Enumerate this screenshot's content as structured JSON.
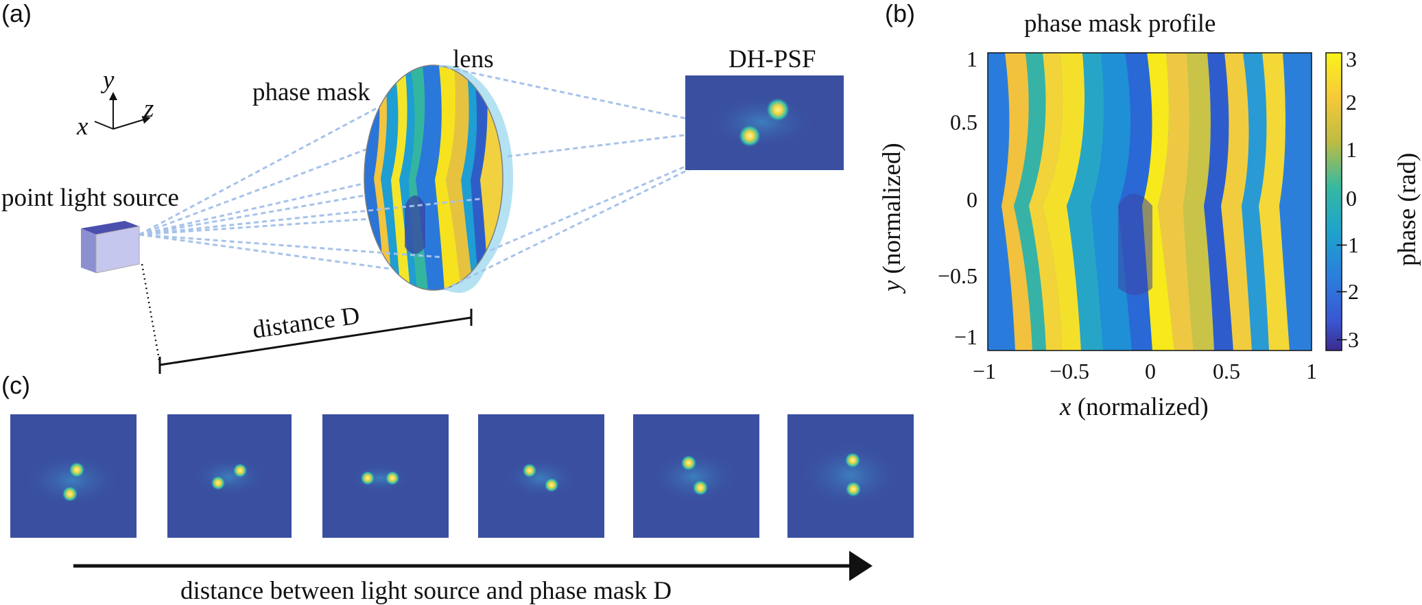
{
  "panels": {
    "a": "(a)",
    "b": "(b)",
    "c": "(c)"
  },
  "panel_a": {
    "axes": {
      "x": "x",
      "y": "y",
      "z": "z"
    },
    "source_label": "point light source",
    "mask_label": "phase mask",
    "lens_label": "lens",
    "psf_label": "DH-PSF",
    "distance_label": "distance D"
  },
  "panel_b": {
    "title": "phase mask profile",
    "xlabel_var": "x",
    "xlabel_rest": " (normalized)",
    "ylabel_var": "y",
    "ylabel_rest": " (normalized)",
    "colorbar_label": "phase (rad)",
    "x_ticks": [
      "−1",
      "−0.5",
      "0",
      "0.5",
      "1"
    ],
    "y_ticks": [
      "1",
      "0.5",
      "0",
      "−0.5",
      "−1"
    ],
    "cbar_ticks": [
      "3",
      "2",
      "1",
      "0",
      "−1",
      "−2",
      "−3"
    ]
  },
  "panel_c": {
    "arrow_label": "distance between light source and phase mask D",
    "frames": 6
  },
  "colors": {
    "background_blue": "#3a4fa0",
    "teal": "#1fb0a8",
    "yellow": "#f2e11c",
    "lens": "#b3e2f2",
    "ray": "#9bbbe6"
  }
}
